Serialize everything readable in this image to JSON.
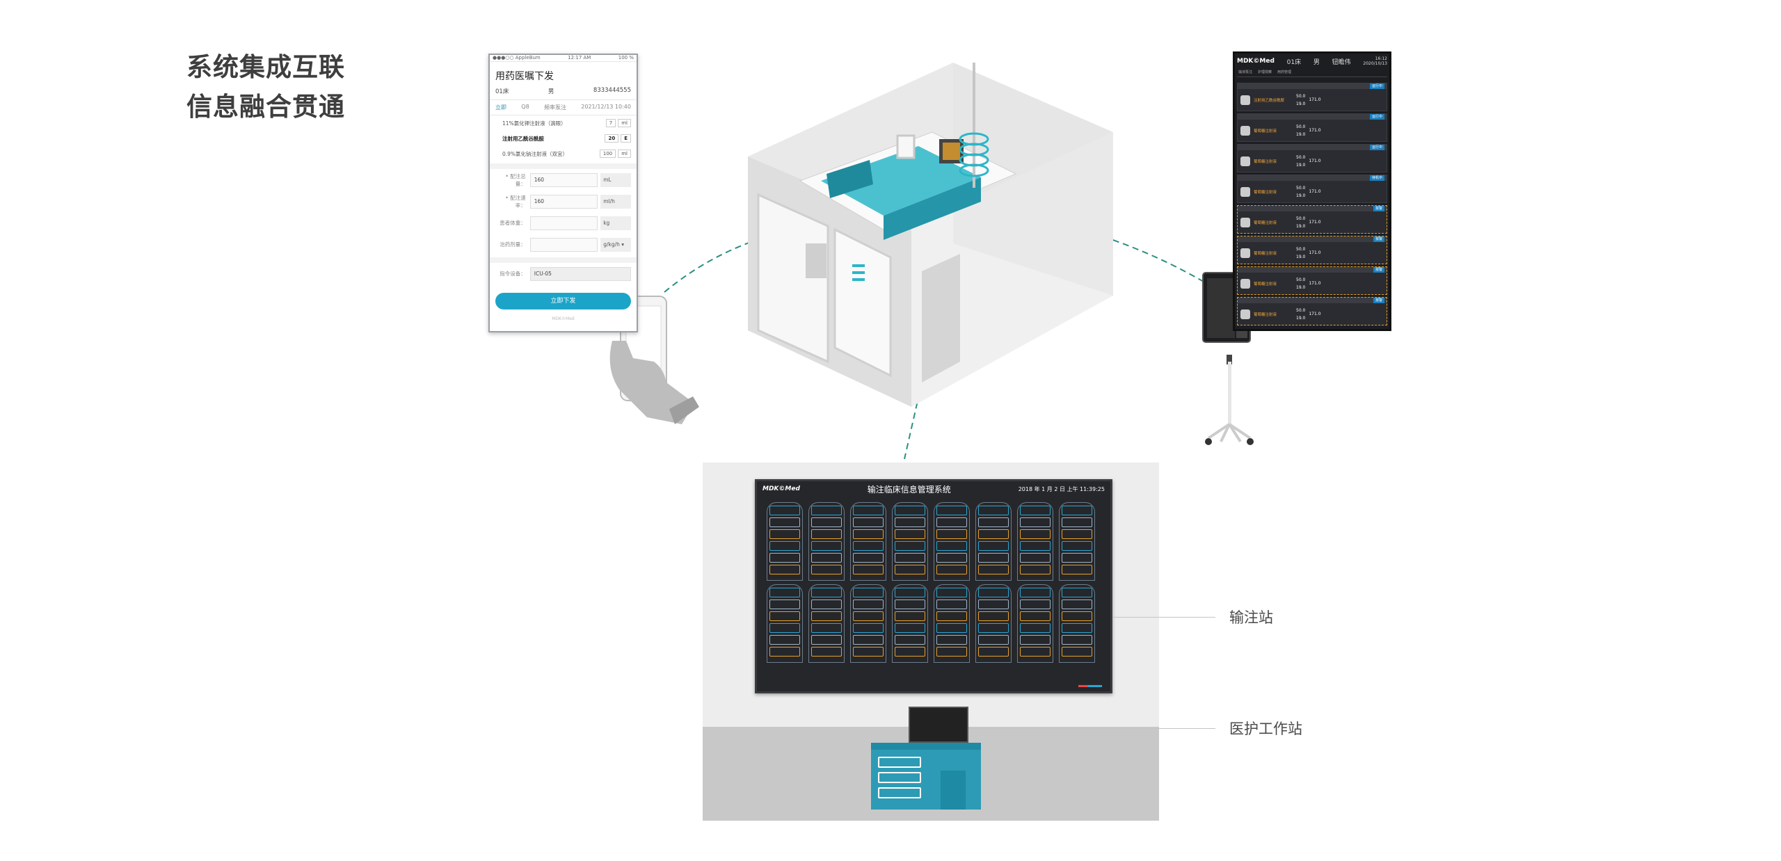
{
  "headline": [
    "系统集成互联",
    "信息融合贯通"
  ],
  "phone": {
    "status_left": "●●●○○ AppleBum",
    "status_time": "12:17 AM",
    "status_battery": "100 %",
    "title": "用药医嘱下发",
    "bed": "01床",
    "gender": "男",
    "patient_id": "8333444555",
    "tabs": [
      "立即",
      "Q8",
      "频率泵注",
      "2021/12/13 10:40"
    ],
    "drugs": [
      {
        "name": "11%氯化钾注射液（滴眼）",
        "qty": "7",
        "unit": "ml",
        "bold": false
      },
      {
        "name": "注射用乙酰谷酰胺",
        "qty": "20",
        "unit": "E",
        "bold": true
      },
      {
        "name": "0.9%氯化钠注射液（双宜）",
        "qty": "100",
        "unit": "ml",
        "bold": false
      }
    ],
    "fields": [
      {
        "label": "• 配注总量：",
        "value": "160",
        "unit": "mL"
      },
      {
        "label": "• 配注速率：",
        "value": "160",
        "unit": "ml/h"
      },
      {
        "label": "患者体重：",
        "value": "",
        "unit": "kg"
      },
      {
        "label": "治药剂量：",
        "value": "",
        "unit": "g/kg/h ▾"
      }
    ],
    "pump_field": {
      "label": "指令设备：",
      "value": "ICU-05"
    },
    "submit": "立即下发",
    "footer": "MDK©Med"
  },
  "pump_screen": {
    "logo": "MDK©Med",
    "bed": "01床",
    "gender": "男",
    "name": "钮瞻伟",
    "time": "16:12",
    "date": "2020/10/13",
    "tabs": [
      "输液泵注",
      "护理观察",
      "用药管理"
    ],
    "rows": [
      {
        "tag": "运行中",
        "drug": "注射用乙酰谷酰胺",
        "v1": "50.0",
        "v2": "19.0",
        "v3": "171.0",
        "alarm": false
      },
      {
        "tag": "运行中",
        "drug": "葡萄糖注射液",
        "v1": "50.0",
        "v2": "19.0",
        "v3": "171.0",
        "alarm": false
      },
      {
        "tag": "运行中",
        "drug": "葡萄糖注射液",
        "v1": "50.0",
        "v2": "19.0",
        "v3": "171.0",
        "alarm": false
      },
      {
        "tag": "待机中",
        "drug": "葡萄糖注射液",
        "v1": "50.0",
        "v2": "19.0",
        "v3": "171.0",
        "alarm": false
      },
      {
        "tag": "报警",
        "drug": "葡萄糖注射液",
        "v1": "50.0",
        "v2": "19.0",
        "v3": "171.0",
        "alarm": true
      },
      {
        "tag": "报警",
        "drug": "葡萄糖注射液",
        "v1": "50.0",
        "v2": "19.0",
        "v3": "171.0",
        "alarm": true
      },
      {
        "tag": "报警",
        "drug": "葡萄糖注射液",
        "v1": "50.0",
        "v2": "19.0",
        "v3": "171.0",
        "alarm": true
      },
      {
        "tag": "报警",
        "drug": "葡萄糖注射液",
        "v1": "50.0",
        "v2": "19.0",
        "v3": "171.0",
        "alarm": true
      }
    ]
  },
  "monitor": {
    "logo": "MDK©Med",
    "title": "输注临床信息管理系统",
    "datetime": "2018 年 1 月 2 日  上午 11:39:25"
  },
  "labels": {
    "infusion_station": "输注站",
    "nurse_station": "医护工作站"
  },
  "colors": {
    "accent": "#1ca4c8",
    "warning": "#e5a02a",
    "dashed_link": "#2a8f82"
  }
}
